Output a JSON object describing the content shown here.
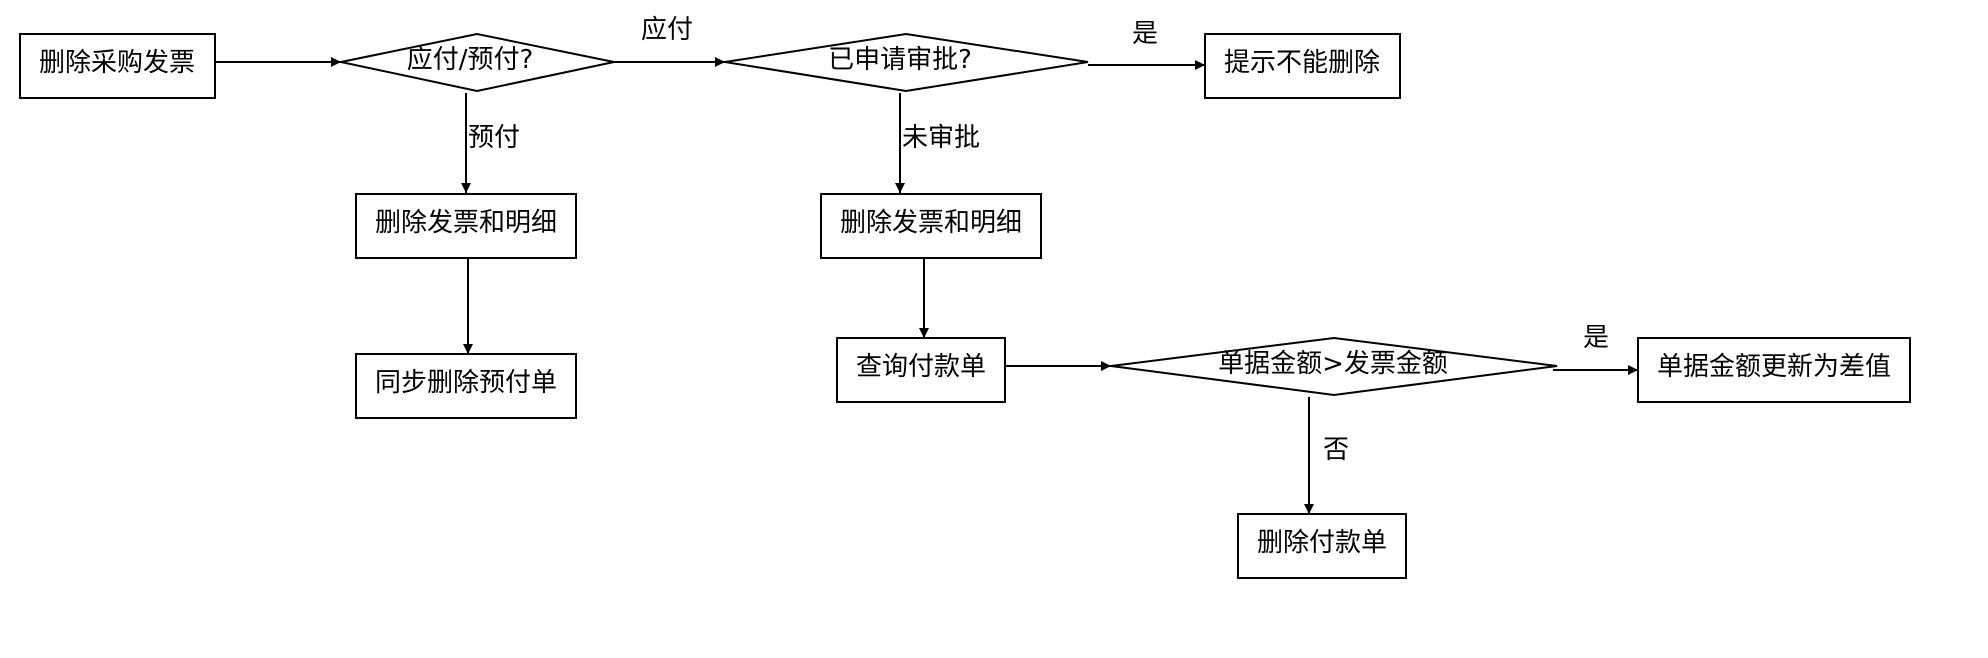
{
  "diagram": {
    "nodes": {
      "start": "删除采购发票",
      "decision_type": "应付/预付?",
      "decision_approval": "已申请审批?",
      "cannot_delete": "提示不能删除",
      "delete_invoice_prepay": "删除发票和明细",
      "sync_delete_prepay": "同步删除预付单",
      "delete_invoice_payable": "删除发票和明细",
      "query_payment": "查询付款单",
      "decision_amount": "单据金额>发票金额",
      "update_amount": "单据金额更新为差值",
      "delete_payment": "删除付款单"
    },
    "edge_labels": {
      "payable": "应付",
      "yes_approved": "是",
      "prepay": "预付",
      "not_approved": "未审批",
      "yes_amount": "是",
      "no_amount": "否"
    }
  }
}
